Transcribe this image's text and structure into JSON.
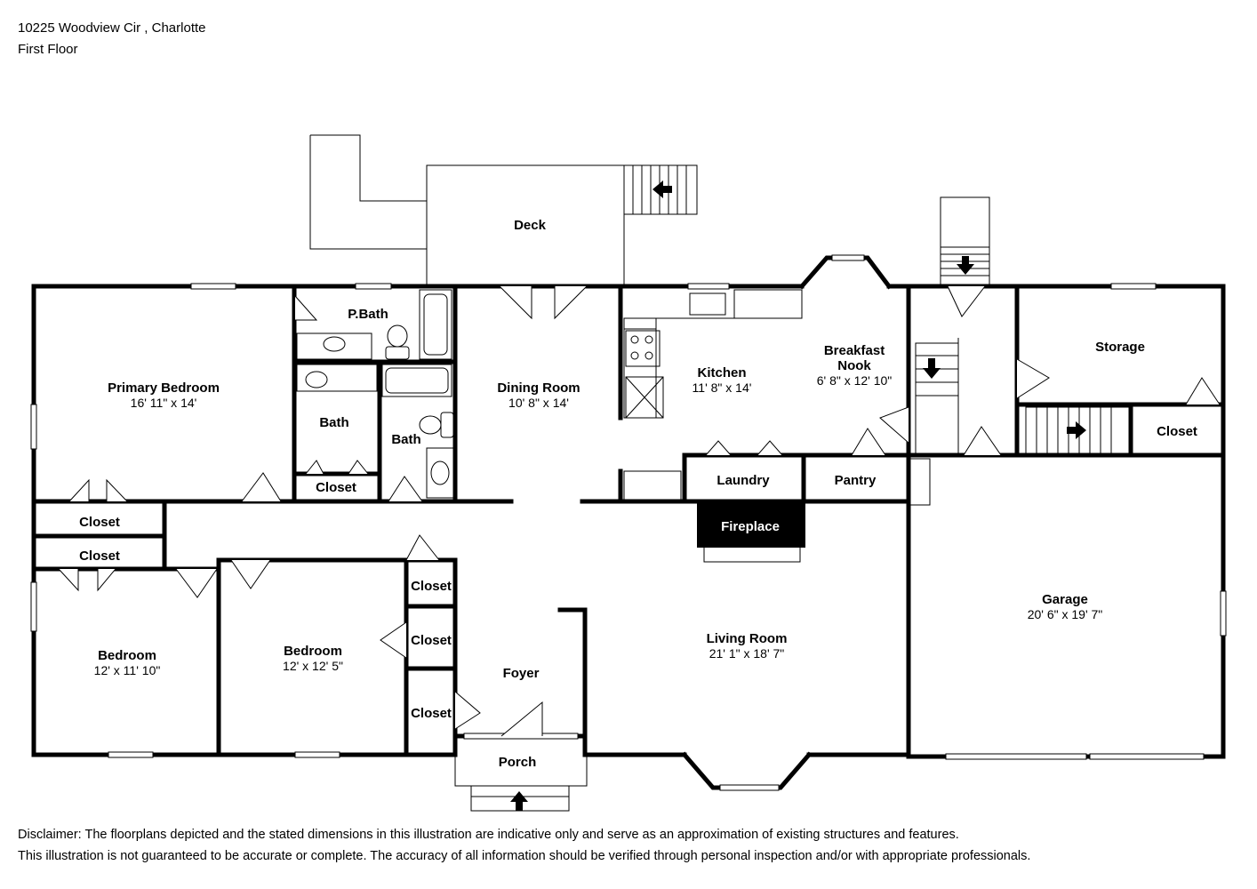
{
  "header": {
    "address": "10225 Woodview Cir , Charlotte",
    "floor": "First Floor"
  },
  "rooms": {
    "deck": {
      "name": "Deck"
    },
    "pbath": {
      "name": "P.Bath"
    },
    "primary_bedroom": {
      "name": "Primary Bedroom",
      "dims": "16' 11\" x 14'"
    },
    "bath1": {
      "name": "Bath"
    },
    "bath2": {
      "name": "Bath"
    },
    "closet_primary": {
      "name": "Closet"
    },
    "dining_room": {
      "name": "Dining Room",
      "dims": "10' 8\" x 14'"
    },
    "kitchen": {
      "name": "Kitchen",
      "dims": "11' 8\" x 14'"
    },
    "breakfast_nook": {
      "name_line1": "Breakfast",
      "name_line2": "Nook",
      "dims": "6' 8\" x 12' 10\""
    },
    "storage": {
      "name": "Storage"
    },
    "closet_storage": {
      "name": "Closet"
    },
    "laundry": {
      "name": "Laundry"
    },
    "pantry": {
      "name": "Pantry"
    },
    "fireplace": {
      "name": "Fireplace"
    },
    "closet_hall_1": {
      "name": "Closet"
    },
    "closet_hall_2": {
      "name": "Closet"
    },
    "bedroom_left": {
      "name": "Bedroom",
      "dims": "12' x 11' 10\""
    },
    "bedroom_mid": {
      "name": "Bedroom",
      "dims": "12' x 12' 5\""
    },
    "closet_mid_1": {
      "name": "Closet"
    },
    "closet_mid_2": {
      "name": "Closet"
    },
    "closet_mid_3": {
      "name": "Closet"
    },
    "foyer": {
      "name": "Foyer"
    },
    "porch": {
      "name": "Porch"
    },
    "living_room": {
      "name": "Living Room",
      "dims": "21' 1\" x 18' 7\""
    },
    "garage": {
      "name": "Garage",
      "dims": "20' 6\" x 19' 7\""
    }
  },
  "disclaimer": {
    "line1": "Disclaimer: The floorplans depicted and the stated dimensions in this illustration are indicative only and serve as an approximation of existing structures and features.",
    "line2": "This illustration is not guaranteed to be accurate or complete. The accuracy of all information should be verified through personal inspection and/or with appropriate professionals."
  }
}
